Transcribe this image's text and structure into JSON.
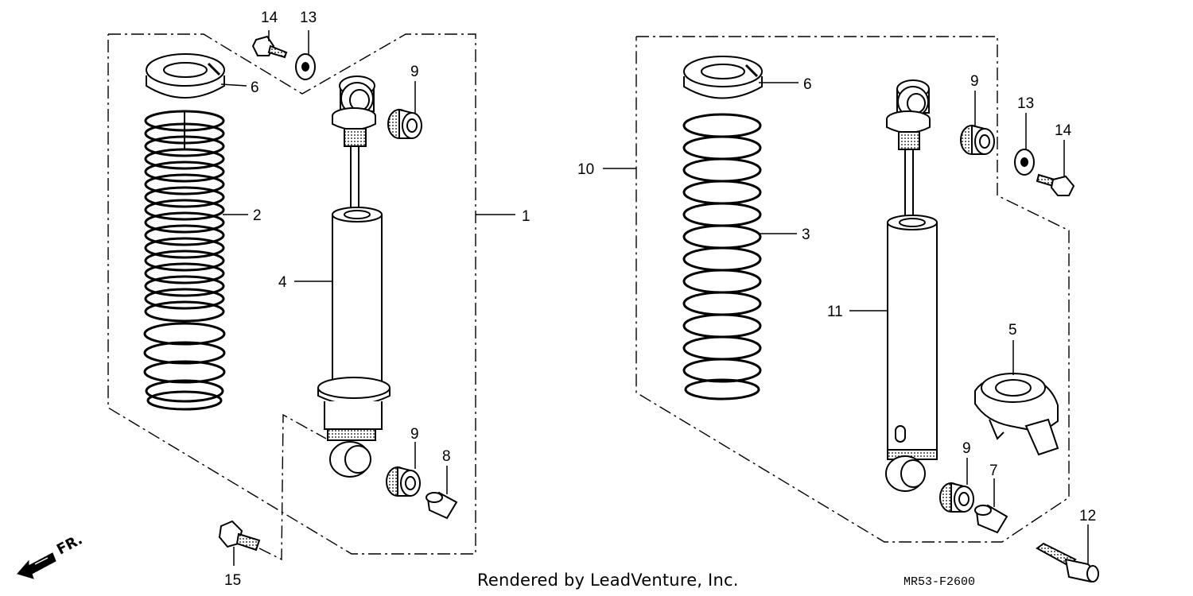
{
  "diagram": {
    "footer_credit": "Rendered by LeadVenture, Inc.",
    "diagram_code": "MR53-F2600",
    "direction_label": "FR.",
    "callouts": {
      "c1": "1",
      "c2": "2",
      "c3": "3",
      "c4": "4",
      "c5": "5",
      "c6a": "6",
      "c6b": "6",
      "c7": "7",
      "c8": "8",
      "c9a": "9",
      "c9b": "9",
      "c9c": "9",
      "c9d": "9",
      "c10": "10",
      "c11": "11",
      "c12": "12",
      "c13a": "13",
      "c13b": "13",
      "c14a": "14",
      "c14b": "14",
      "c15": "15"
    }
  }
}
